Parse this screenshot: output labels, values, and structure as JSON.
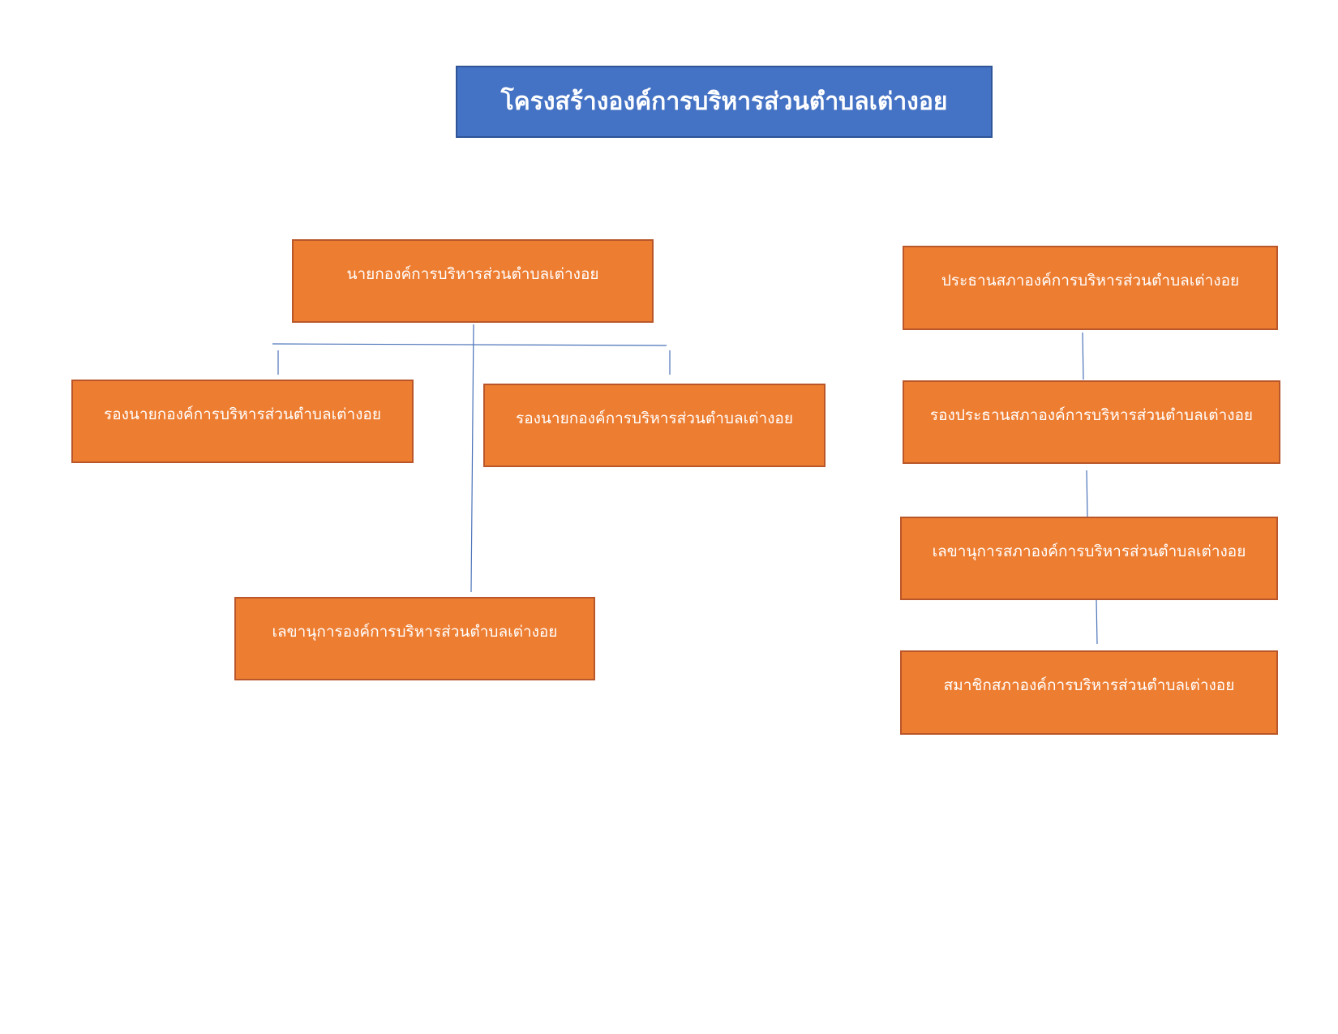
{
  "diagram": {
    "title": "โครงสร้างองค์การบริหารส่วนตำบลเต่างอย",
    "nodes": [
      {
        "id": "mayor",
        "label": "นายกองค์การบริหารส่วนตำบลเต่างอย"
      },
      {
        "id": "deputy_mayor_1",
        "label": "รองนายกองค์การบริหารส่วนตำบลเต่างอย"
      },
      {
        "id": "deputy_mayor_2",
        "label": "รองนายกองค์การบริหารส่วนตำบลเต่างอย"
      },
      {
        "id": "mayor_secretary",
        "label": "เลขานุการองค์การบริหารส่วนตำบลเต่างอย"
      },
      {
        "id": "council_president",
        "label": "ประธานสภาองค์การบริหารส่วนตำบลเต่างอย"
      },
      {
        "id": "council_vice_president",
        "label": "รองประธานสภาองค์การบริหารส่วนตำบลเต่างอย"
      },
      {
        "id": "council_secretary",
        "label": "เลขานุการสภาองค์การบริหารส่วนตำบลเต่างอย"
      },
      {
        "id": "council_member",
        "label": "สมาชิกสภาองค์การบริหารส่วนตำบลเต่างอย"
      }
    ],
    "edges": [
      {
        "from": "mayor",
        "to": "deputy_mayor_1"
      },
      {
        "from": "mayor",
        "to": "deputy_mayor_2"
      },
      {
        "from": "mayor",
        "to": "mayor_secretary"
      },
      {
        "from": "council_president",
        "to": "council_vice_president"
      },
      {
        "from": "council_vice_president",
        "to": "council_secretary"
      },
      {
        "from": "council_secretary",
        "to": "council_member"
      }
    ],
    "colors": {
      "title_fill": "#4472c4",
      "node_fill": "#ed7d31",
      "connector": "#4a72b8",
      "text": "#ffffff"
    }
  }
}
